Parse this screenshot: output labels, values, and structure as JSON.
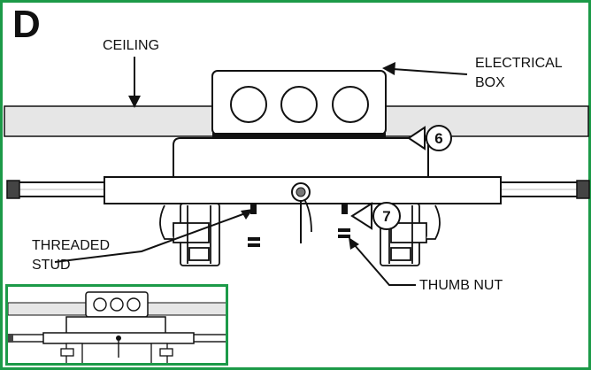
{
  "step_letter": "D",
  "labels": {
    "ceiling": "CEILING",
    "electrical_box": "ELECTRICAL BOX",
    "electrical_box_line1": "ELECTRICAL",
    "electrical_box_line2": "BOX",
    "threaded_stud_line1": "THREADED",
    "threaded_stud_line2": "STUD",
    "thumb_nut": "THUMB NUT"
  },
  "callouts": {
    "step_6": "6",
    "step_7": "7"
  },
  "colors": {
    "frame_border": "#1c9a48",
    "ceiling_fill": "#e6e6e6",
    "line": "#111111"
  }
}
